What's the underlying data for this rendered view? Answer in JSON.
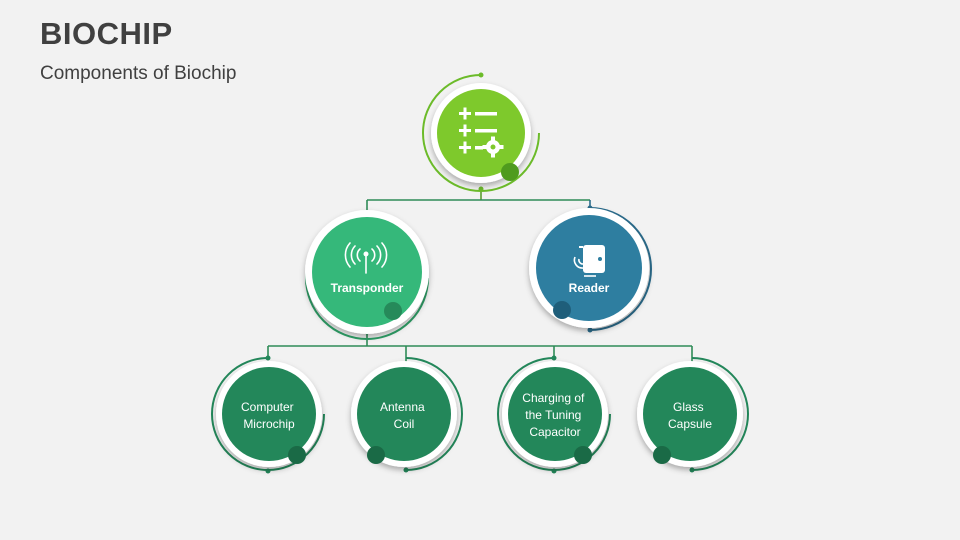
{
  "title": "BIOCHIP",
  "subtitle": "Components of Biochip",
  "nodes": {
    "transponder": "Transponder",
    "reader": "Reader",
    "computer_microchip": [
      "Computer",
      "Microchip"
    ],
    "antenna_coil": [
      "Antenna",
      "Coil"
    ],
    "charging": [
      "Charging of",
      "the Tuning",
      "Capacitor"
    ],
    "glass_capsule": [
      "Glass",
      "Capsule"
    ]
  },
  "icons": {
    "root": "plus-minus-gear-icon",
    "transponder": "antenna-signal-icon",
    "reader": "nfc-reader-icon"
  },
  "colors": {
    "root": "#7ec92c",
    "transponder": "#35b87a",
    "reader": "#2e7ea0",
    "leaf": "#23875a",
    "leaf_ring": "#1f6e4b",
    "connector_green": "#2e8b57",
    "connector_blue": "#2b6c8c"
  }
}
